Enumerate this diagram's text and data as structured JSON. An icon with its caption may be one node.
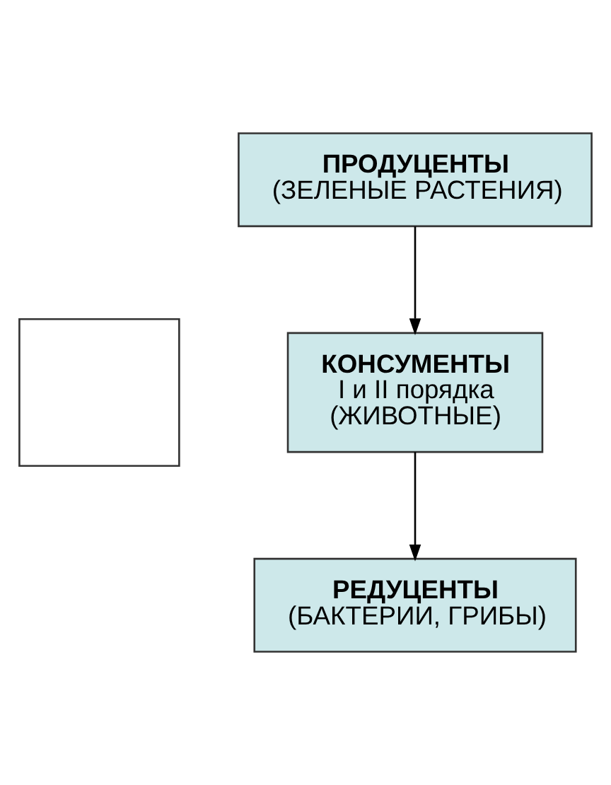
{
  "diagram": {
    "nodes": [
      {
        "text": [
          "ПРОДУЦЕНТЫ",
          "(ЗЕЛЕНЫЕ РАСТЕНИЯ)"
        ]
      },
      {
        "text": [],
        "shape": "box"
      },
      {
        "text": [
          "КОНСУМЕНТЫ",
          "I и II порядка",
          "(ЖИВОТНЫЕ)"
        ]
      },
      {
        "text": [
          "РЕДУЦЕНТЫ",
          "(БАКТЕРИИ, ГРИБЫ)"
        ]
      }
    ],
    "edges": [
      {
        "from": 0,
        "to": 2,
        "arrow": "to"
      },
      {
        "from": 2,
        "to": 3,
        "arrow": "to"
      }
    ]
  }
}
